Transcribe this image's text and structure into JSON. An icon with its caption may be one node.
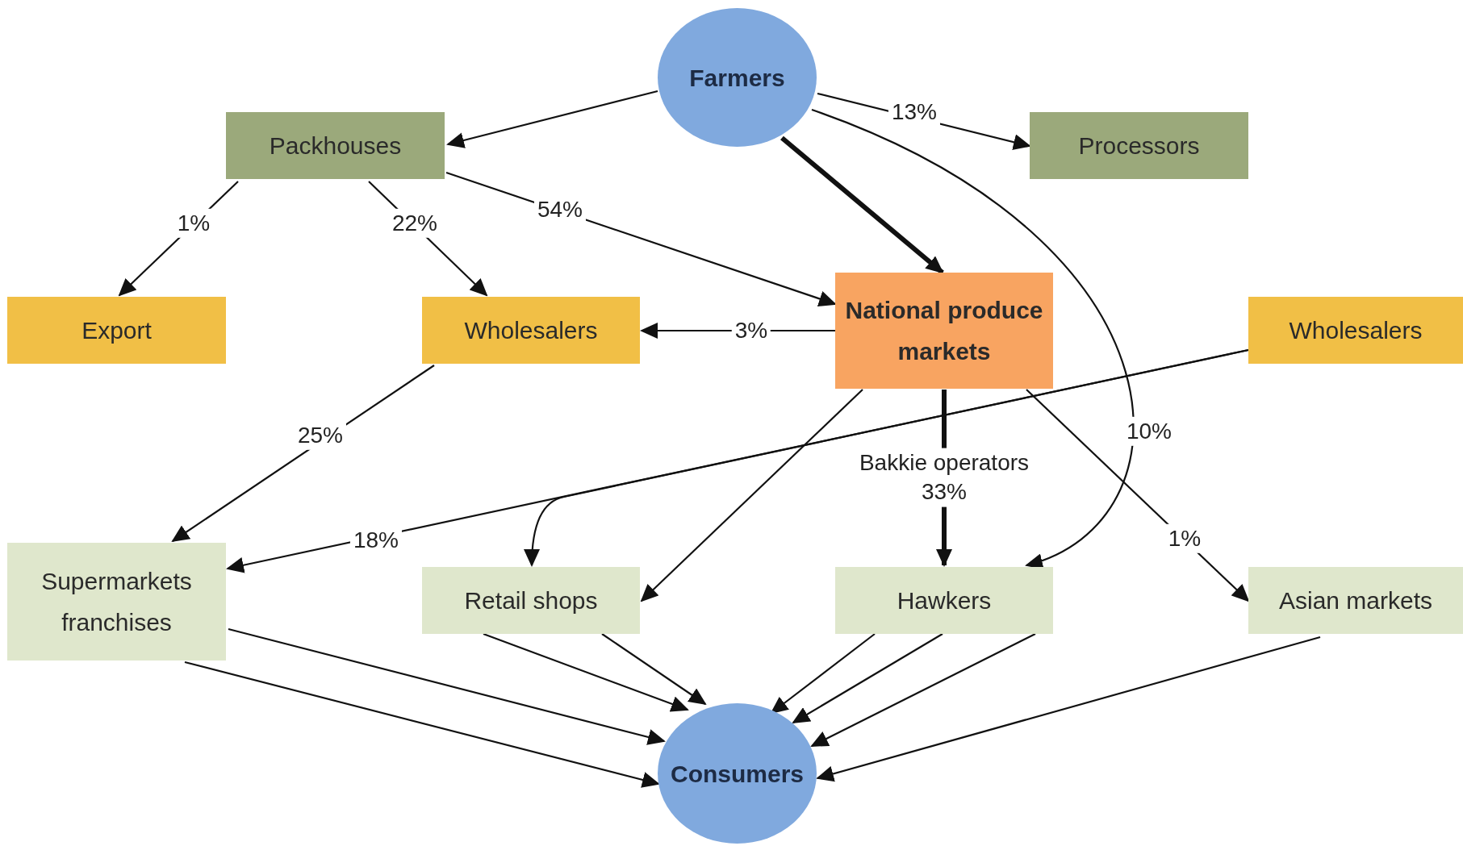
{
  "diagram": {
    "nodes": [
      {
        "text": [
          "Farmers"
        ]
      },
      {
        "text": [
          "Packhouses"
        ]
      },
      {
        "text": [
          "Processors"
        ]
      },
      {
        "text": [
          "Export"
        ]
      },
      {
        "text": [
          "Wholesalers"
        ]
      },
      {
        "text": [
          "National produce markets"
        ]
      },
      {
        "text": [
          "Wholesalers"
        ]
      },
      {
        "text": [
          "Supermarkets franchises"
        ]
      },
      {
        "text": [
          "Retail shops"
        ]
      },
      {
        "text": [
          "Hawkers"
        ]
      },
      {
        "text": [
          "Asian markets"
        ]
      },
      {
        "text": [
          "Consumers"
        ]
      }
    ],
    "edges": [
      {
        "from": 0,
        "to": 1,
        "arrow": "to"
      },
      {
        "from": 0,
        "to": 2,
        "arrow": "to",
        "label": "13%"
      },
      {
        "from": 0,
        "to": 5,
        "arrow": "to",
        "style": "thick"
      },
      {
        "from": 0,
        "to": 9,
        "arrow": "to",
        "label": "10%"
      },
      {
        "from": 1,
        "to": 3,
        "arrow": "to",
        "label": "1%"
      },
      {
        "from": 1,
        "to": 4,
        "arrow": "to",
        "label": "22%"
      },
      {
        "from": 1,
        "to": 5,
        "arrow": "to",
        "label": "54%"
      },
      {
        "from": 5,
        "to": 4,
        "arrow": "to",
        "label": "3%"
      },
      {
        "from": 5,
        "to": 9,
        "arrow": "to",
        "label": "Bakkie operators 33%",
        "style": "thick"
      },
      {
        "from": 5,
        "to": 8,
        "arrow": "to"
      },
      {
        "from": 5,
        "to": 10,
        "arrow": "to",
        "label": "1%"
      },
      {
        "from": 4,
        "to": 7,
        "arrow": "to",
        "label": "25%"
      },
      {
        "from": 6,
        "to": 7,
        "arrow": "to",
        "label": "18%"
      },
      {
        "from": 6,
        "to": 8,
        "arrow": "to"
      },
      {
        "from": 7,
        "to": 11,
        "arrow": "to"
      },
      {
        "from": 7,
        "to": 11,
        "arrow": "to"
      },
      {
        "from": 8,
        "to": 11,
        "arrow": "to"
      },
      {
        "from": 8,
        "to": 11,
        "arrow": "to"
      },
      {
        "from": 9,
        "to": 11,
        "arrow": "to"
      },
      {
        "from": 9,
        "to": 11,
        "arrow": "to"
      },
      {
        "from": 9,
        "to": 11,
        "arrow": "to"
      },
      {
        "from": 10,
        "to": 11,
        "arrow": "to"
      }
    ]
  }
}
